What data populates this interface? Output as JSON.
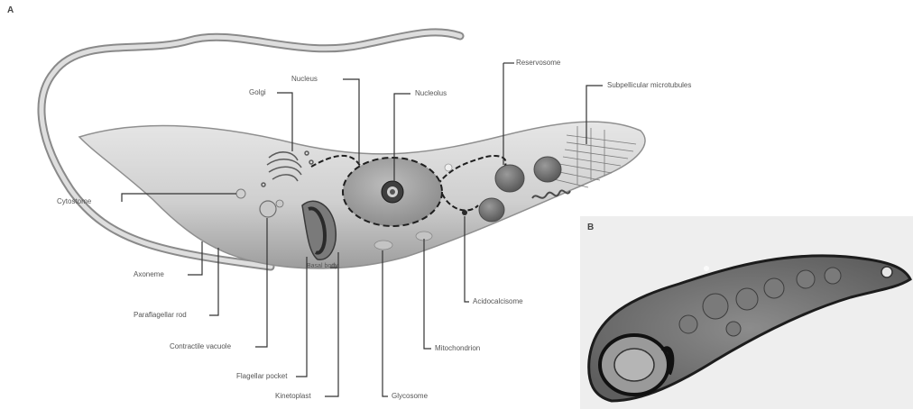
{
  "panels": {
    "a": "A",
    "b": "B"
  },
  "labels": {
    "golgi": "Golgi",
    "nucleus_top": "Nucleus",
    "nucleolus": "Nucleolus",
    "reservosome": "Reservosome",
    "subpellicular": "Subpellicular microtubules",
    "cytostome": "Cytostome",
    "axoneme": "Axoneme",
    "paraflagellar": "Paraflagellar rod",
    "contractile": "Contractile vacuole",
    "flagellar_pocket": "Flagellar pocket",
    "kinetoplast": "Kinetoplast",
    "basal_body": "Basal body",
    "glycosome": "Glycosome",
    "mitochondrion": "Mitochondrion",
    "acidocalcisome": "Acidocalcisome"
  }
}
